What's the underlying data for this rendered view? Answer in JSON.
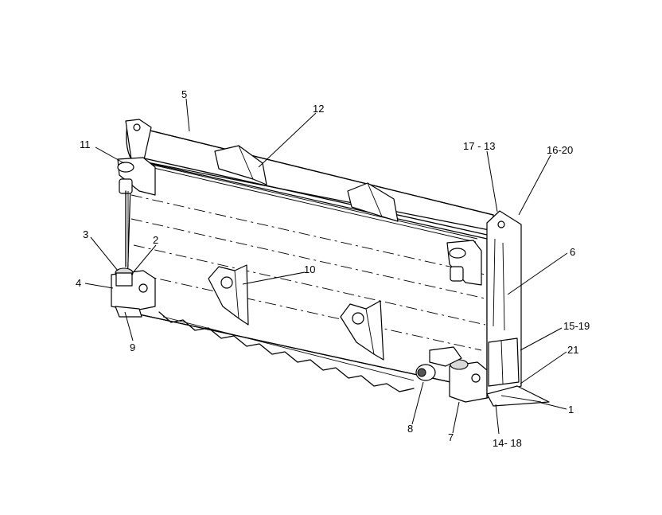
{
  "callouts": {
    "c1": "1",
    "c2": "2",
    "c3": "3",
    "c4": "4",
    "c5": "5",
    "c6": "6",
    "c7": "7",
    "c8": "8",
    "c9": "9",
    "c10": "10",
    "c11": "11",
    "c12": "12",
    "c13_17": "17 - 13",
    "c16_20": "16-20",
    "c15_19": "15-19",
    "c21": "21",
    "c14_18": "14- 18"
  }
}
